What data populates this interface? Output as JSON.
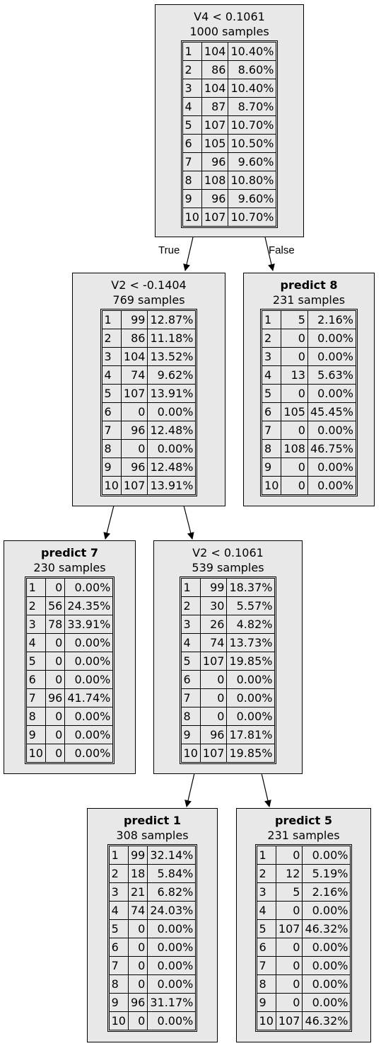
{
  "edge_labels": {
    "true_label": "True",
    "false_label": "False"
  },
  "nodes": [
    {
      "id": "root",
      "title": "V4 < 0.1061",
      "bold": false,
      "samples": "1000 samples",
      "rows": [
        [
          "1",
          "104",
          "10.40%"
        ],
        [
          "2",
          "86",
          "8.60%"
        ],
        [
          "3",
          "104",
          "10.40%"
        ],
        [
          "4",
          "87",
          "8.70%"
        ],
        [
          "5",
          "107",
          "10.70%"
        ],
        [
          "6",
          "105",
          "10.50%"
        ],
        [
          "7",
          "96",
          "9.60%"
        ],
        [
          "8",
          "108",
          "10.80%"
        ],
        [
          "9",
          "96",
          "9.60%"
        ],
        [
          "10",
          "107",
          "10.70%"
        ]
      ]
    },
    {
      "id": "n_v2_lt_neg",
      "title": "V2 < -0.1404",
      "bold": false,
      "samples": "769 samples",
      "rows": [
        [
          "1",
          "99",
          "12.87%"
        ],
        [
          "2",
          "86",
          "11.18%"
        ],
        [
          "3",
          "104",
          "13.52%"
        ],
        [
          "4",
          "74",
          "9.62%"
        ],
        [
          "5",
          "107",
          "13.91%"
        ],
        [
          "6",
          "0",
          "0.00%"
        ],
        [
          "7",
          "96",
          "12.48%"
        ],
        [
          "8",
          "0",
          "0.00%"
        ],
        [
          "9",
          "96",
          "12.48%"
        ],
        [
          "10",
          "107",
          "13.91%"
        ]
      ]
    },
    {
      "id": "leaf_predict_8",
      "title": "predict 8",
      "bold": true,
      "samples": "231 samples",
      "rows": [
        [
          "1",
          "5",
          "2.16%"
        ],
        [
          "2",
          "0",
          "0.00%"
        ],
        [
          "3",
          "0",
          "0.00%"
        ],
        [
          "4",
          "13",
          "5.63%"
        ],
        [
          "5",
          "0",
          "0.00%"
        ],
        [
          "6",
          "105",
          "45.45%"
        ],
        [
          "7",
          "0",
          "0.00%"
        ],
        [
          "8",
          "108",
          "46.75%"
        ],
        [
          "9",
          "0",
          "0.00%"
        ],
        [
          "10",
          "0",
          "0.00%"
        ]
      ]
    },
    {
      "id": "leaf_predict_7",
      "title": "predict 7",
      "bold": true,
      "samples": "230 samples",
      "rows": [
        [
          "1",
          "0",
          "0.00%"
        ],
        [
          "2",
          "56",
          "24.35%"
        ],
        [
          "3",
          "78",
          "33.91%"
        ],
        [
          "4",
          "0",
          "0.00%"
        ],
        [
          "5",
          "0",
          "0.00%"
        ],
        [
          "6",
          "0",
          "0.00%"
        ],
        [
          "7",
          "96",
          "41.74%"
        ],
        [
          "8",
          "0",
          "0.00%"
        ],
        [
          "9",
          "0",
          "0.00%"
        ],
        [
          "10",
          "0",
          "0.00%"
        ]
      ]
    },
    {
      "id": "n_v2_lt_pos",
      "title": "V2 < 0.1061",
      "bold": false,
      "samples": "539 samples",
      "rows": [
        [
          "1",
          "99",
          "18.37%"
        ],
        [
          "2",
          "30",
          "5.57%"
        ],
        [
          "3",
          "26",
          "4.82%"
        ],
        [
          "4",
          "74",
          "13.73%"
        ],
        [
          "5",
          "107",
          "19.85%"
        ],
        [
          "6",
          "0",
          "0.00%"
        ],
        [
          "7",
          "0",
          "0.00%"
        ],
        [
          "8",
          "0",
          "0.00%"
        ],
        [
          "9",
          "96",
          "17.81%"
        ],
        [
          "10",
          "107",
          "19.85%"
        ]
      ]
    },
    {
      "id": "leaf_predict_1",
      "title": "predict 1",
      "bold": true,
      "samples": "308 samples",
      "rows": [
        [
          "1",
          "99",
          "32.14%"
        ],
        [
          "2",
          "18",
          "5.84%"
        ],
        [
          "3",
          "21",
          "6.82%"
        ],
        [
          "4",
          "74",
          "24.03%"
        ],
        [
          "5",
          "0",
          "0.00%"
        ],
        [
          "6",
          "0",
          "0.00%"
        ],
        [
          "7",
          "0",
          "0.00%"
        ],
        [
          "8",
          "0",
          "0.00%"
        ],
        [
          "9",
          "96",
          "31.17%"
        ],
        [
          "10",
          "0",
          "0.00%"
        ]
      ]
    },
    {
      "id": "leaf_predict_5",
      "title": "predict 5",
      "bold": true,
      "samples": "231 samples",
      "rows": [
        [
          "1",
          "0",
          "0.00%"
        ],
        [
          "2",
          "12",
          "5.19%"
        ],
        [
          "3",
          "5",
          "2.16%"
        ],
        [
          "4",
          "0",
          "0.00%"
        ],
        [
          "5",
          "107",
          "46.32%"
        ],
        [
          "6",
          "0",
          "0.00%"
        ],
        [
          "7",
          "0",
          "0.00%"
        ],
        [
          "8",
          "0",
          "0.00%"
        ],
        [
          "9",
          "0",
          "0.00%"
        ],
        [
          "10",
          "107",
          "46.32%"
        ]
      ]
    }
  ],
  "edges": [
    {
      "from": "root",
      "to": "n_v2_lt_neg",
      "label": "True"
    },
    {
      "from": "root",
      "to": "leaf_predict_8",
      "label": "False"
    },
    {
      "from": "n_v2_lt_neg",
      "to": "leaf_predict_7"
    },
    {
      "from": "n_v2_lt_neg",
      "to": "n_v2_lt_pos"
    },
    {
      "from": "n_v2_lt_pos",
      "to": "leaf_predict_1"
    },
    {
      "from": "n_v2_lt_pos",
      "to": "leaf_predict_5"
    }
  ]
}
